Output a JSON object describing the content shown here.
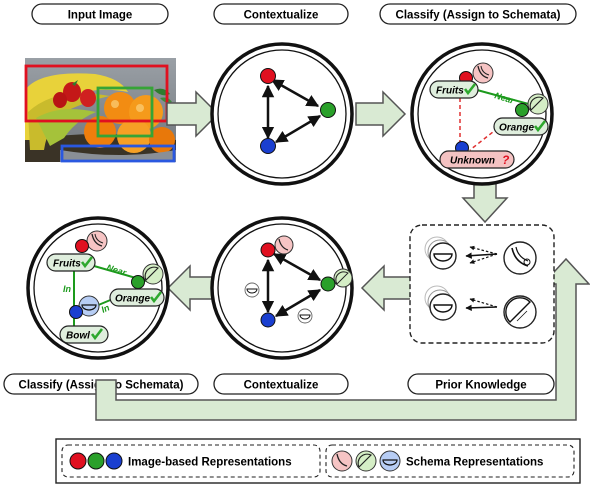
{
  "stage_labels": {
    "input_image": "Input Image",
    "contextualize_top": "Contextualize",
    "classify_top": "Classify (Assign to Schemata)",
    "classify_bottom": "Classify (Assign to Schemata)",
    "contextualize_bottom": "Contextualize",
    "prior_knowledge": "Prior Knowledge"
  },
  "classify_top": {
    "fruits": "Fruits",
    "orange": "Orange",
    "unknown": "Unknown",
    "near": "Near",
    "unknown_mark": "?"
  },
  "classify_bottom": {
    "fruits": "Fruits",
    "orange": "Orange",
    "bowl": "Bowl",
    "near": "Near",
    "in_left": "In",
    "in_right": "In"
  },
  "legend": {
    "image_based": "Image-based Representations",
    "schema": "Schema Representations"
  },
  "colors": {
    "red_node": "#e01020",
    "green_node": "#2aa02a",
    "blue_node": "#1a3fd0",
    "arrow_fill": "#d9ead3",
    "arrow_stroke": "#555555",
    "label_fill": "#dfeedd",
    "unknown_fill": "#f4c2c2",
    "check": "#2ea82e",
    "near_line": "#1c9a1c",
    "dashed_red": "#e03030"
  },
  "icons": [
    "banana-icon",
    "orange-slice-icon",
    "bowl-icon",
    "check-icon"
  ]
}
